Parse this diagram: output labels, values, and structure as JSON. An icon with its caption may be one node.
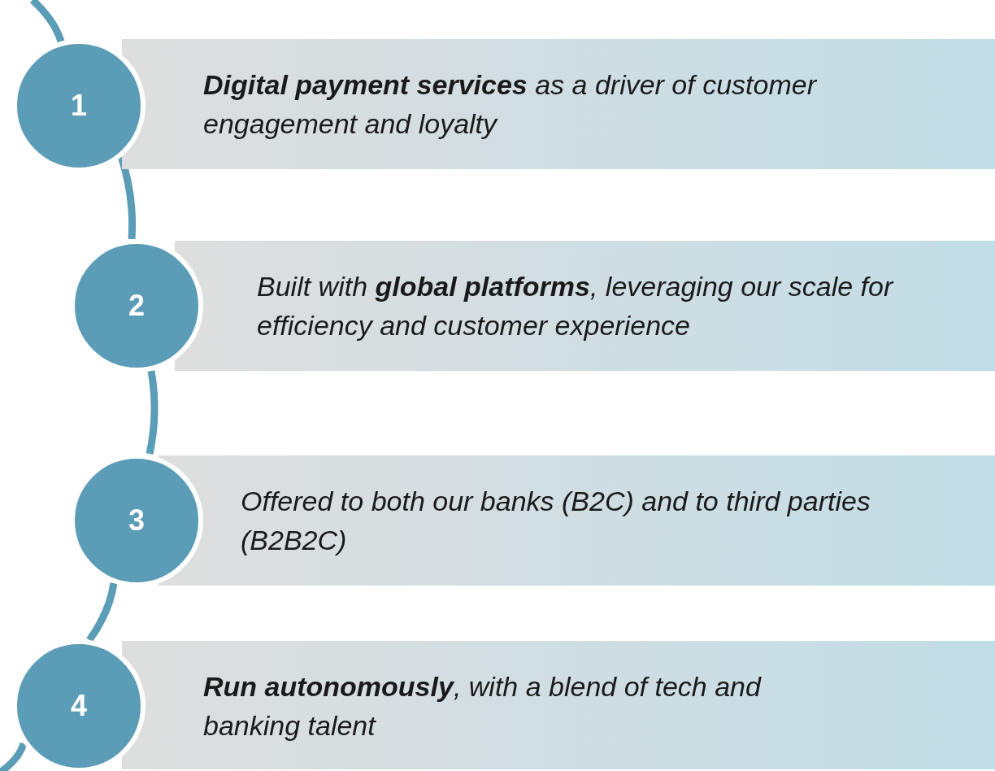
{
  "diagram": {
    "nodes": [
      {
        "text": [
          "1"
        ]
      },
      {
        "text": [
          "**Digital payment services** as a driver of customer engagement and loyalty"
        ]
      },
      {
        "text": [
          "2"
        ]
      },
      {
        "text": [
          "Built with **global platforms**, leveraging our scale for efficiency and customer experience"
        ]
      },
      {
        "text": [
          "3"
        ]
      },
      {
        "text": [
          "Offered to both our banks (B2C) and to third parties (B2B2C)"
        ]
      },
      {
        "text": [
          "4"
        ]
      },
      {
        "text": [
          "**Run autonomously**, with a blend of tech and banking talent"
        ]
      }
    ],
    "edges": [
      {
        "from": null,
        "to": 0,
        "arrow": "none"
      },
      {
        "from": 0,
        "to": 2,
        "arrow": "none"
      },
      {
        "from": 2,
        "to": 4,
        "arrow": "none"
      },
      {
        "from": 4,
        "to": 6,
        "arrow": "none"
      },
      {
        "from": 6,
        "to": null,
        "arrow": "none"
      }
    ]
  }
}
